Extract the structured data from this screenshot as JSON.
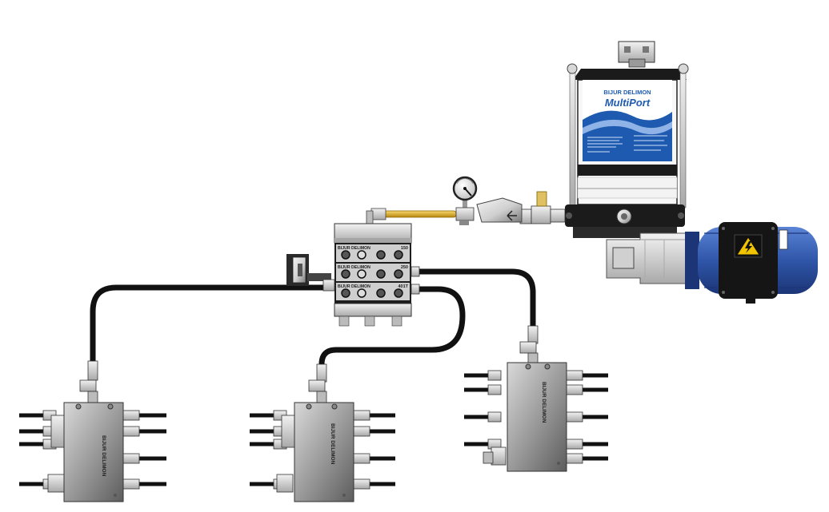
{
  "colors": {
    "hose": "#111111",
    "yellow_hose": "#e0b020",
    "metal_light": "#e8e8e8",
    "metal_dark": "#6d6d6d",
    "motor_blue": "#2f56a8",
    "reservoir_blue": "#1e5bb0",
    "warning_yellow": "#f2c400"
  },
  "pump": {
    "brand": "BIJUR DELIMON",
    "model": "MultiPort"
  },
  "main_divider": {
    "brand_rows": [
      "BIJUR DELIMON",
      "BIJUR DELIMON",
      "BIJUR DELIMON"
    ],
    "sizes": [
      "150",
      "250",
      "401T"
    ]
  },
  "secondary_divider_brand": "BIJUR DELIMON",
  "icons": [
    "pressure-gauge-icon",
    "warning-triangle-icon",
    "flow-arrow-icon"
  ]
}
